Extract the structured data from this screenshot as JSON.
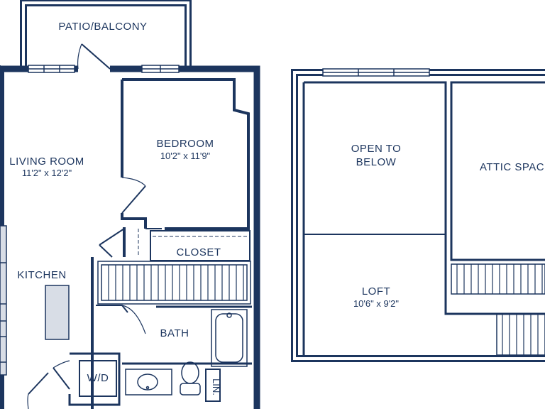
{
  "colors": {
    "wall": "#1c355e",
    "fill": "#ffffff",
    "counter": "#d8dde6",
    "line": "#1c355e"
  },
  "rooms": {
    "patio": {
      "name": "PATIO/BALCONY"
    },
    "living": {
      "name": "LIVING ROOM",
      "dims": "11'2\" x 12'2\""
    },
    "bedroom": {
      "name": "BEDROOM",
      "dims": "10'2\" x 11'9\""
    },
    "closet": {
      "name": "CLOSET"
    },
    "kitchen": {
      "name": "KITCHEN"
    },
    "bath": {
      "name": "BATH"
    },
    "wd": {
      "name": "W/D"
    },
    "lin": {
      "name": "LIN."
    },
    "open": {
      "line1": "OPEN TO",
      "line2": "BELOW"
    },
    "attic": {
      "name": "ATTIC SPACE"
    },
    "loft": {
      "name": "LOFT",
      "dims": "10'6\" x 9'2\""
    }
  }
}
